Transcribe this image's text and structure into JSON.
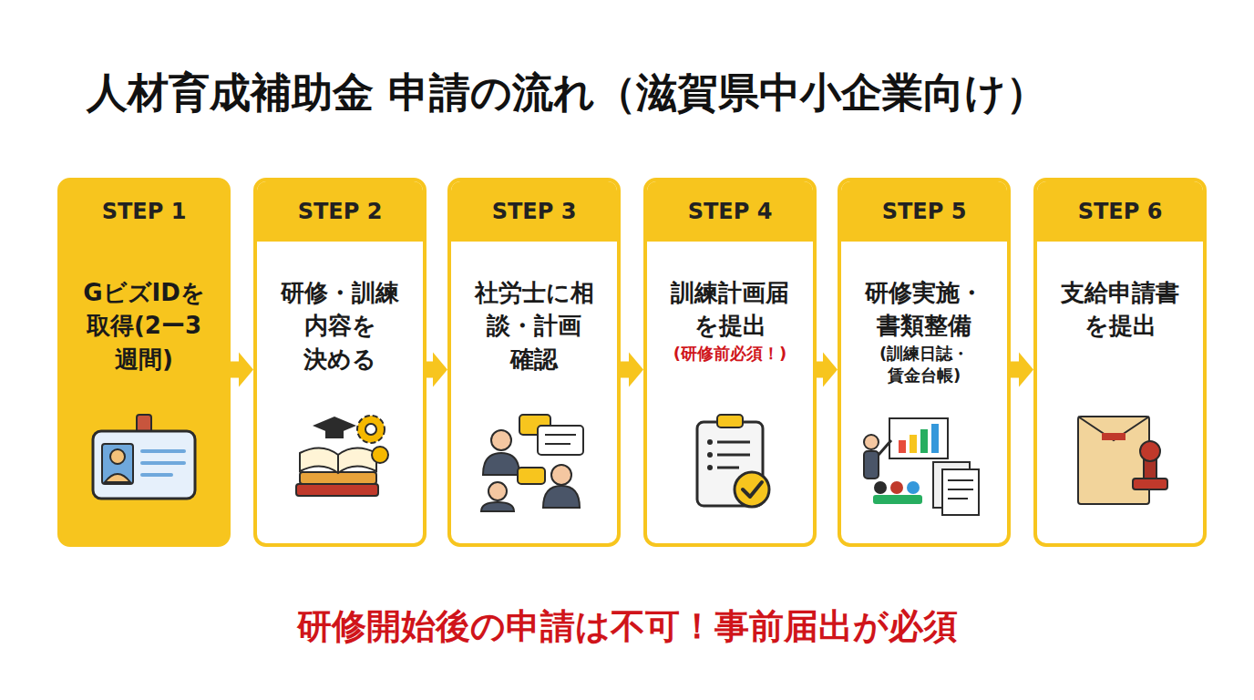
{
  "diagram": {
    "title": "人材育成補助金 申請の流れ（滋賀県中小企業向け）",
    "nodes": [
      {
        "text": [
          "STEP 1",
          "GビズIDを 取得(2ー3 週間)"
        ]
      },
      {
        "text": [
          "STEP 2",
          "研修・訓練 内容を 決める"
        ]
      },
      {
        "text": [
          "STEP 3",
          "社労士に相 談・計画 確認"
        ]
      },
      {
        "text": [
          "STEP 4",
          "訓練計画届 を提出",
          "(研修前必須！)"
        ]
      },
      {
        "text": [
          "STEP 5",
          "研修実施・ 書類整備",
          "(訓練日誌・ 賃金台帳)"
        ]
      },
      {
        "text": [
          "STEP 6",
          "支給申請書 を提出"
        ]
      }
    ],
    "edges": [
      {
        "from": 0,
        "to": 1,
        "arrow": "to"
      },
      {
        "from": 1,
        "to": 2,
        "arrow": "to"
      },
      {
        "from": 2,
        "to": 3,
        "arrow": "to"
      },
      {
        "from": 3,
        "to": 4,
        "arrow": "to"
      },
      {
        "from": 4,
        "to": 5,
        "arrow": "to"
      }
    ],
    "labels": [
      "研修開始後の申請は不可！事前届出が必須"
    ]
  }
}
